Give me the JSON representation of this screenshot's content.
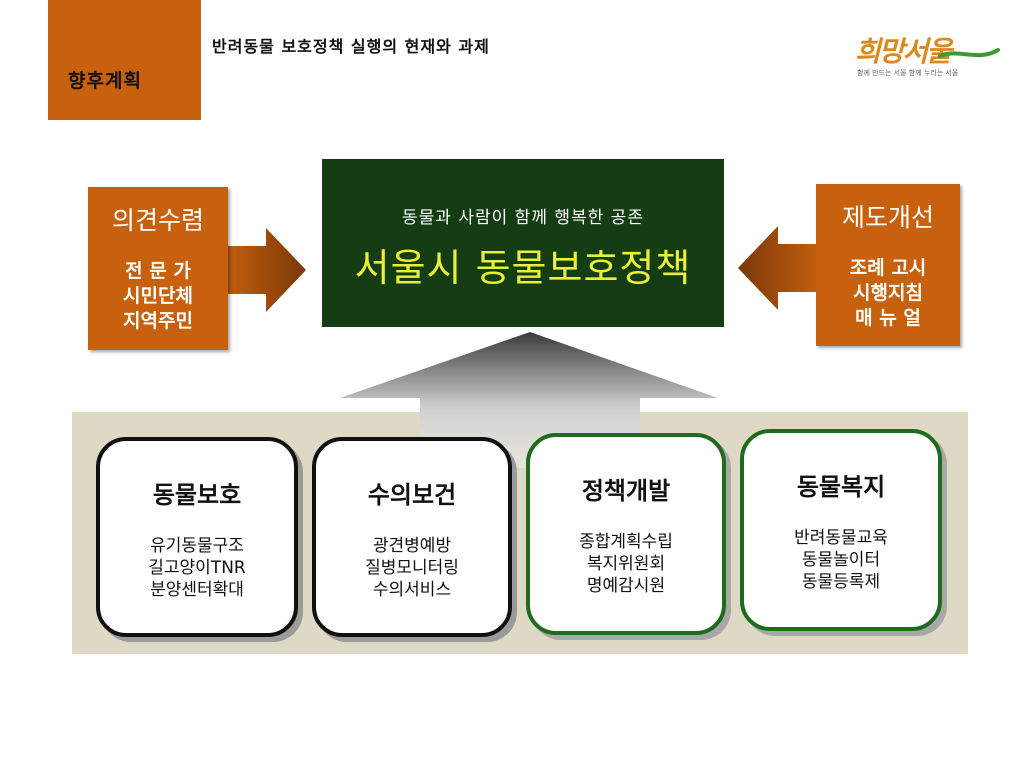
{
  "header": {
    "section_label": "향후계획",
    "slide_title": "반려동물 보호정책 실행의 현재와 과제"
  },
  "logo": {
    "text": "희망서울",
    "subtext": "함께 만드는 서울 함께 누리는 서울"
  },
  "left_box": {
    "title": "의견수렴",
    "items": [
      "전 문 가",
      "시민단체",
      "지역주민"
    ]
  },
  "right_box": {
    "title": "제도개선",
    "items": [
      "조례 고시",
      "시행지침",
      "매  뉴 얼"
    ]
  },
  "center": {
    "subtitle": "동물과 사람이 함께 행복한 공존",
    "title": "서울시 동물보호정책"
  },
  "cards": [
    {
      "title": "동물보호",
      "items": [
        "유기동물구조",
        "길고양이TNR",
        "분양센터확대"
      ]
    },
    {
      "title": "수의보건",
      "items": [
        "광견병예방",
        "질병모니터링",
        "수의서비스"
      ]
    },
    {
      "title": "정책개발",
      "items": [
        "종합계획수립",
        "복지위원회",
        "명예감시원"
      ]
    },
    {
      "title": "동물복지",
      "items": [
        "반려동물교육",
        "동물놀이터",
        "동물등록제"
      ]
    }
  ],
  "colors": {
    "accent_orange": "#c8610e",
    "center_green": "#143d14",
    "center_title_yellow": "#e9f03a",
    "band_tan": "#ddd9c4",
    "card_green_border": "#1e6b1e"
  }
}
